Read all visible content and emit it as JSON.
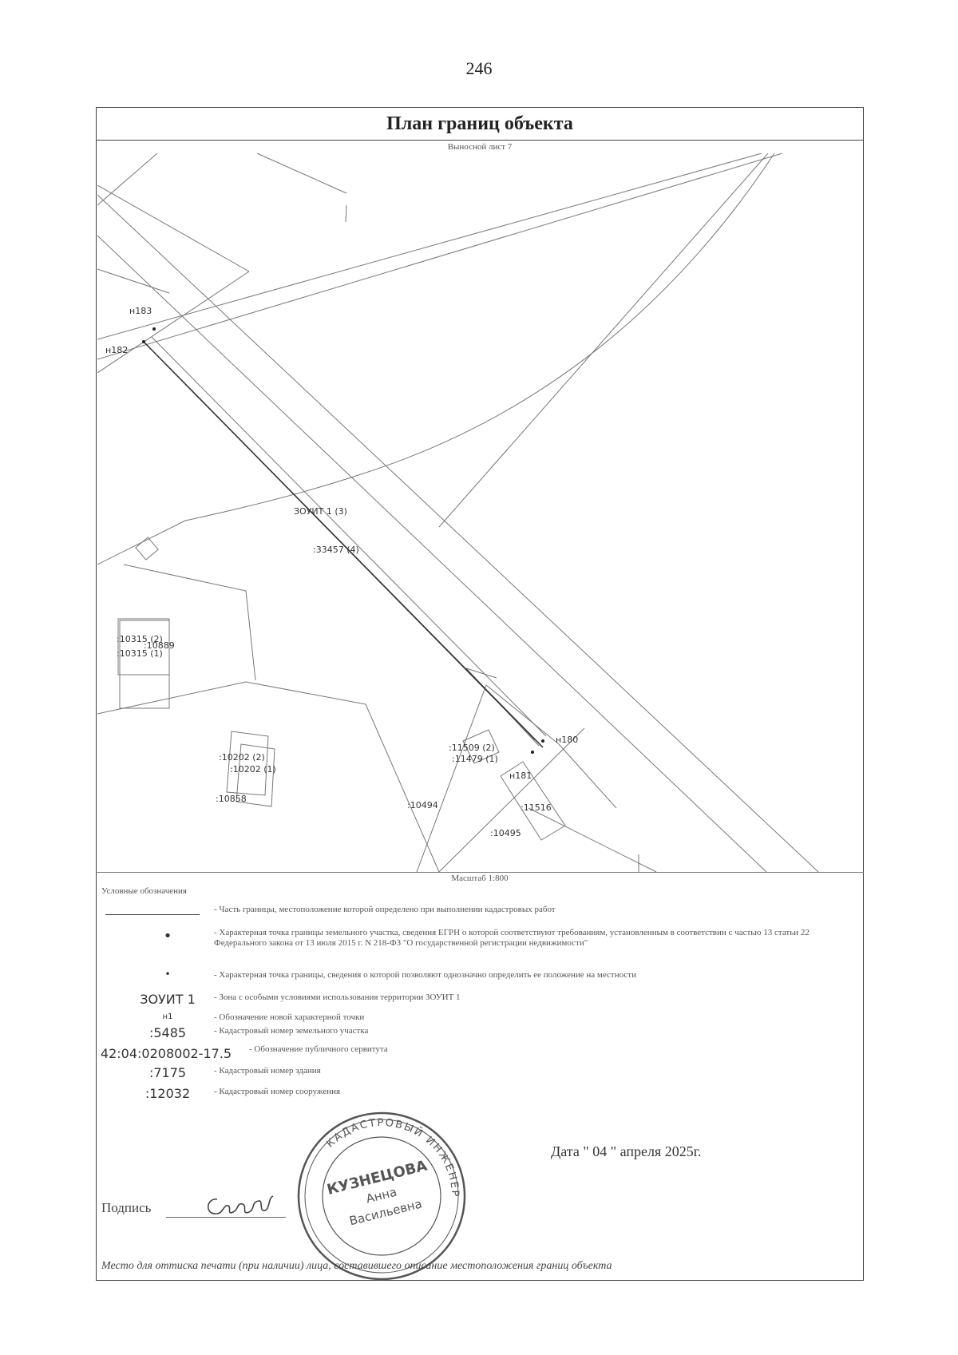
{
  "page_number": "246",
  "title": "План границ объекта",
  "sheet_label": "Выносной лист 7",
  "map_labels": {
    "n183": "н183",
    "n182": "н182",
    "n180": "н180",
    "n181": "н181",
    "zone": "ЗОУИТ 1 (3)",
    "parcel_33457": ":33457 (4)",
    "p10315_2": ":10315 (2)",
    "p10315_1": ":10315 (1)",
    "p10889": ":10889",
    "p10202_2": ":10202 (2)",
    "p10202_1": ":10202 (1)",
    "p10858": ":10858",
    "p11509": ":11509 (2)",
    "p11479": ":11479 (1)",
    "p10494": ":10494",
    "p11516": ":11516",
    "p10495": ":10495"
  },
  "scale_label": "Масштаб 1:800",
  "legend": {
    "title": "Условные обозначения",
    "items": [
      {
        "symbol": "",
        "text": "- Часть границы, местоположение которой определено при выполнении кадастровых работ"
      },
      {
        "symbol": "•",
        "text": "- Характерная точка границы земельного участка, сведения ЕГРН о которой соответствуют требованиям, установленным в соответствии с частью 13 статьи 22 Федерального закона от 13 июля 2015 г. N 218-ФЗ \"О государственной регистрации недвижимости\""
      },
      {
        "symbol": "•",
        "text": "- Характерная точка границы, сведения о которой позволяют однозначно определить ее положение на местности"
      },
      {
        "symbol": "ЗОУИТ 1",
        "text": "- Зона с особыми условиями использования территории ЗОУИТ 1"
      },
      {
        "symbol": "н1",
        "text": "- Обозначение новой характерной точки"
      },
      {
        "symbol": ":5485",
        "text": "- Кадастровый номер земельного участка"
      },
      {
        "symbol": "42:04:0208002-17.5",
        "text": "- Обозначение публичного сервитута"
      },
      {
        "symbol": ":7175",
        "text": "- Кадастровый номер здания"
      },
      {
        "symbol": ":12032",
        "text": "- Кадастровый номер сооружения"
      }
    ]
  },
  "date_line": "Дата \" 04 \" апреля 2025г.",
  "signature_label": "Подпись",
  "stamp": {
    "ring_text": "КАДАСТРОВЫЙ ИНЖЕНЕР",
    "surname": "КУЗНЕЦОВА",
    "name": "Анна",
    "patronymic": "Васильевна"
  },
  "seal_note": "Место для оттиска печати (при наличии) лица, составившего описание местоположения границ объекта"
}
